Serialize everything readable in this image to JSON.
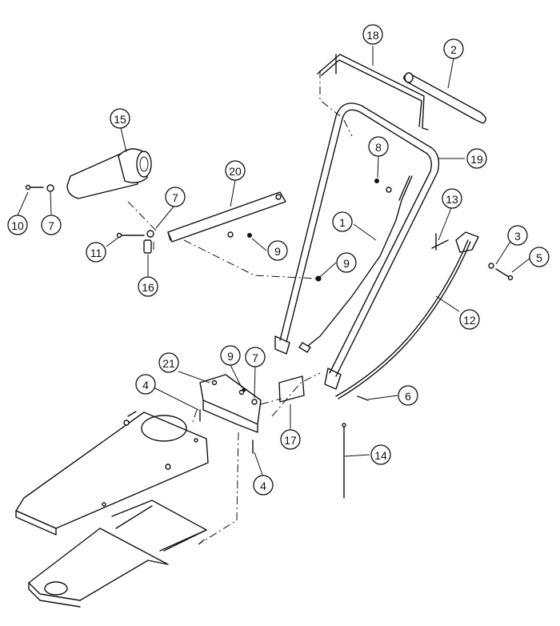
{
  "callouts": [
    {
      "label": "1"
    },
    {
      "label": "2"
    },
    {
      "label": "3"
    },
    {
      "label": "4"
    },
    {
      "label": "4"
    },
    {
      "label": "5"
    },
    {
      "label": "6"
    },
    {
      "label": "7"
    },
    {
      "label": "7"
    },
    {
      "label": "7"
    },
    {
      "label": "8"
    },
    {
      "label": "9"
    },
    {
      "label": "9"
    },
    {
      "label": "9"
    },
    {
      "label": "10"
    },
    {
      "label": "11"
    },
    {
      "label": "12"
    },
    {
      "label": "13"
    },
    {
      "label": "14"
    },
    {
      "label": "15"
    },
    {
      "label": "16"
    },
    {
      "label": "17"
    },
    {
      "label": "18"
    },
    {
      "label": "19"
    },
    {
      "label": "20"
    },
    {
      "label": "21"
    }
  ]
}
